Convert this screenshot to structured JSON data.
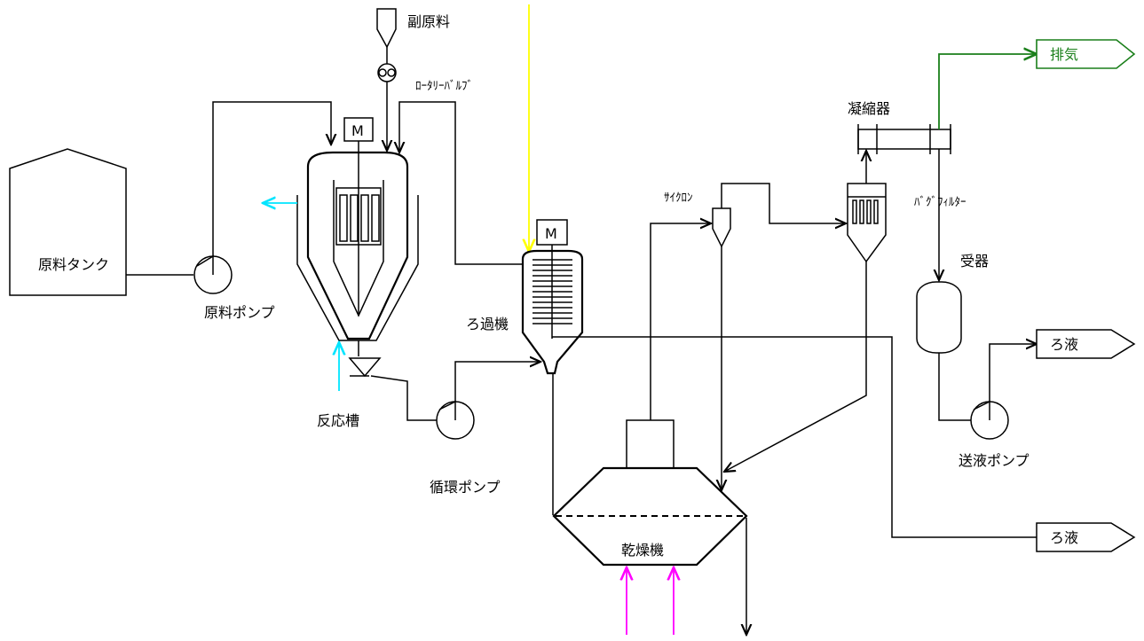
{
  "labels": {
    "sub_material": "副原料",
    "rotary_valve": "ﾛｰﾀﾘｰﾊﾞﾙﾌﾞ",
    "condenser": "凝縮器",
    "exhaust": "排気",
    "raw_tank": "原料タンク",
    "raw_pump": "原料ポンプ",
    "reactor": "反応槽",
    "filter_machine": "ろ過機",
    "cyclone": "ｻｲｸﾛﾝ",
    "bag_filter": "ﾊﾞｸﾞﾌｨﾙﾀｰ",
    "receiver": "受器",
    "filtrate_1": "ろ液",
    "filtrate_2": "ろ液",
    "transfer_pump": "送液ポンプ",
    "circulation_pump": "循環ポンプ",
    "dryer": "乾燥機",
    "motor_reactor": "M",
    "motor_filter": "M"
  },
  "colors": {
    "line": "#000000",
    "exhaust_line": "#1a7f1a",
    "cooling_water": "#00e5ff",
    "heating_medium": "#ff00ff",
    "steam_feed": "#ffff00"
  }
}
